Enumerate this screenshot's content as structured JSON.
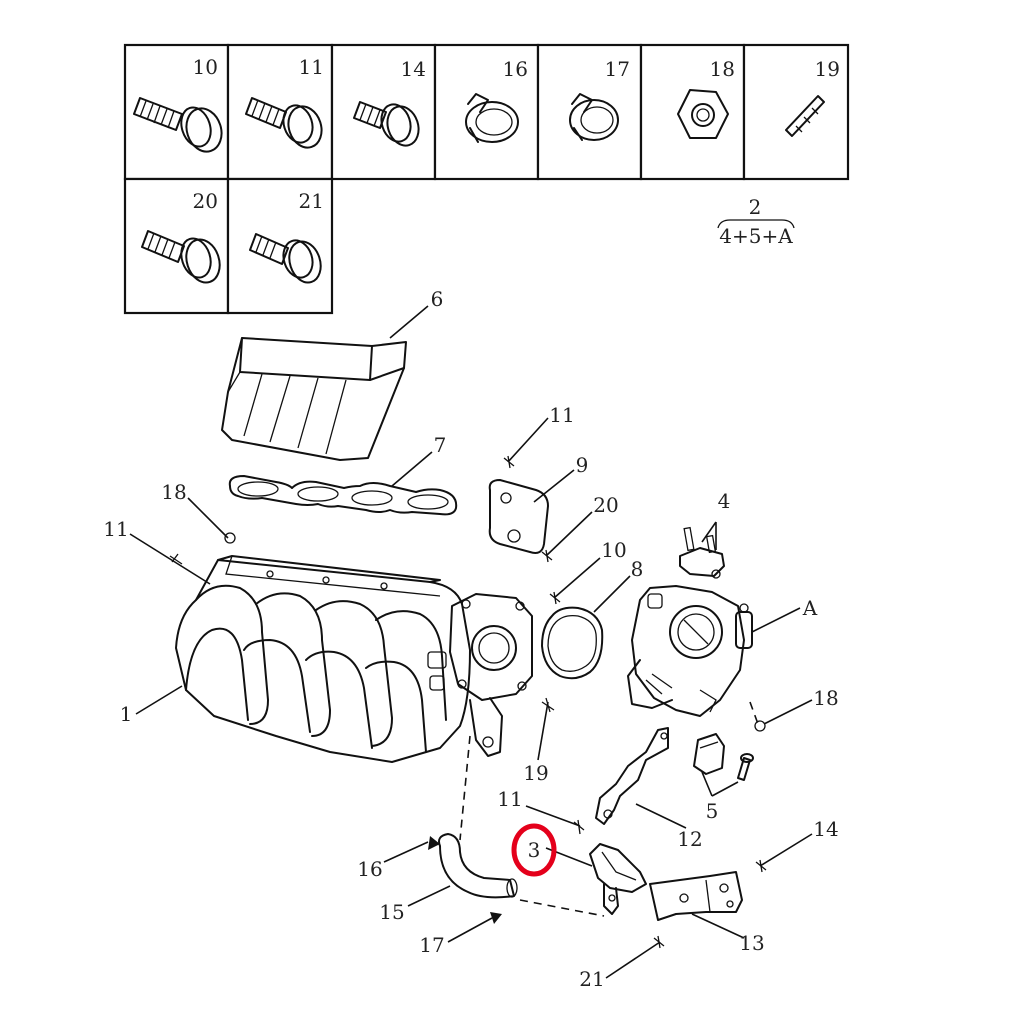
{
  "fastener_table": {
    "row1": [
      "10",
      "11",
      "14",
      "16",
      "17",
      "18",
      "19"
    ],
    "row2": [
      "20",
      "21"
    ]
  },
  "assembly_note": {
    "number": "2",
    "composition": "4+5+A"
  },
  "callouts": {
    "c1": "1",
    "c3": "3",
    "c4": "4",
    "c5": "5",
    "c6": "6",
    "c7": "7",
    "c8": "8",
    "c9": "9",
    "c10": "10",
    "c11_left": "11",
    "c11_top": "11",
    "c11_bottom": "11",
    "c12": "12",
    "c13": "13",
    "c14": "14",
    "c15": "15",
    "c16": "16",
    "c17": "17",
    "c18_left": "18",
    "c18_right": "18",
    "c19": "19",
    "c20": "20",
    "c21": "21",
    "cA": "A"
  },
  "highlight": {
    "target": "3",
    "color": "#e4001b"
  }
}
